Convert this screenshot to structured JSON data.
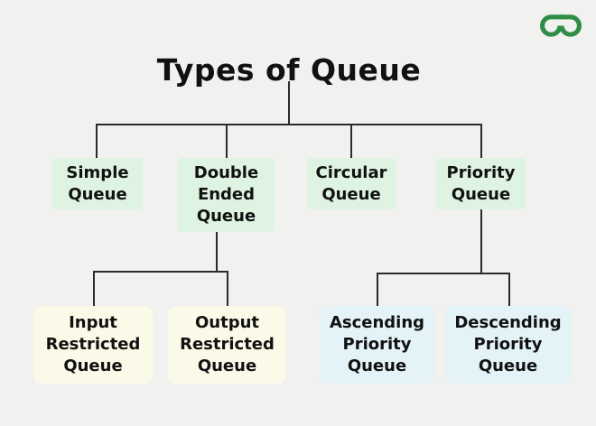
{
  "page": {
    "title": "Types of Queue",
    "background_color": "#f1f1ef",
    "connector_color": "#2b2b2b",
    "text_color": "#111111"
  },
  "logo": {
    "name": "geeksforgeeks-logo",
    "color": "#2f8d46"
  },
  "colors": {
    "level1_node_bg": "#def3e1",
    "restricted_node_bg": "#fbf9e8",
    "priority_node_bg": "#e3f3f8"
  },
  "diagram": {
    "root": {
      "label": "Types of Queue"
    },
    "level1": [
      {
        "id": "simple-queue",
        "label": "Simple\nQueue"
      },
      {
        "id": "double-ended-queue",
        "label": "Double\nEnded\nQueue"
      },
      {
        "id": "circular-queue",
        "label": "Circular\nQueue"
      },
      {
        "id": "priority-queue",
        "label": "Priority\nQueue"
      }
    ],
    "level2": [
      {
        "id": "input-restricted-queue",
        "label": "Input\nRestricted\nQueue",
        "parent": "double-ended-queue"
      },
      {
        "id": "output-restricted-queue",
        "label": "Output\nRestricted\nQueue",
        "parent": "double-ended-queue"
      },
      {
        "id": "ascending-priority-queue",
        "label": "Ascending\nPriority\nQueue",
        "parent": "priority-queue"
      },
      {
        "id": "descending-priority-queue",
        "label": "Descending\nPriority\nQueue",
        "parent": "priority-queue"
      }
    ]
  }
}
